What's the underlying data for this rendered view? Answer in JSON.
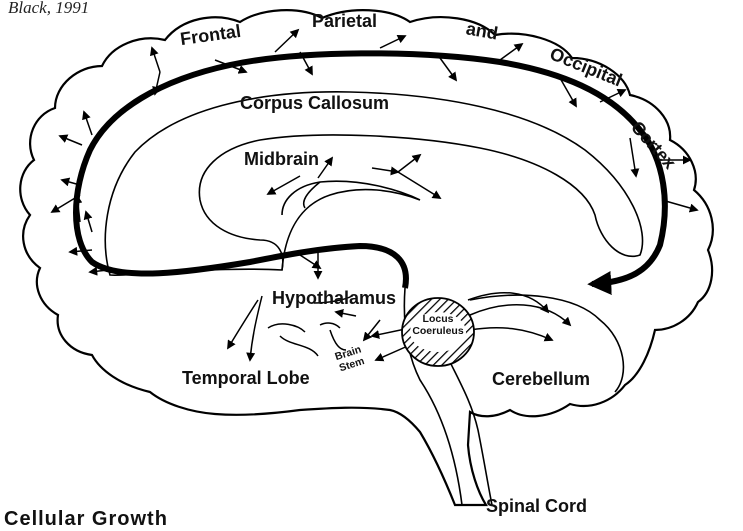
{
  "caption": "Black, 1991",
  "labels": {
    "frontal": "Frontal",
    "parietal": "Parietal",
    "and": "and",
    "occipital": "Occipital",
    "cortex": "Cortex",
    "corpus_callosum": "Corpus Callosum",
    "midbrain": "Midbrain",
    "hypothalamus": "Hypothalamus",
    "locus_line1": "Locus",
    "locus_line2": "Coeruleus",
    "brain_line1": "Brain",
    "brain_line2": "Stem",
    "temporal_lobe": "Temporal Lobe",
    "cerebellum": "Cerebellum",
    "spinal_cord": "Spinal Cord"
  },
  "footer_text": "Cellular Growth"
}
